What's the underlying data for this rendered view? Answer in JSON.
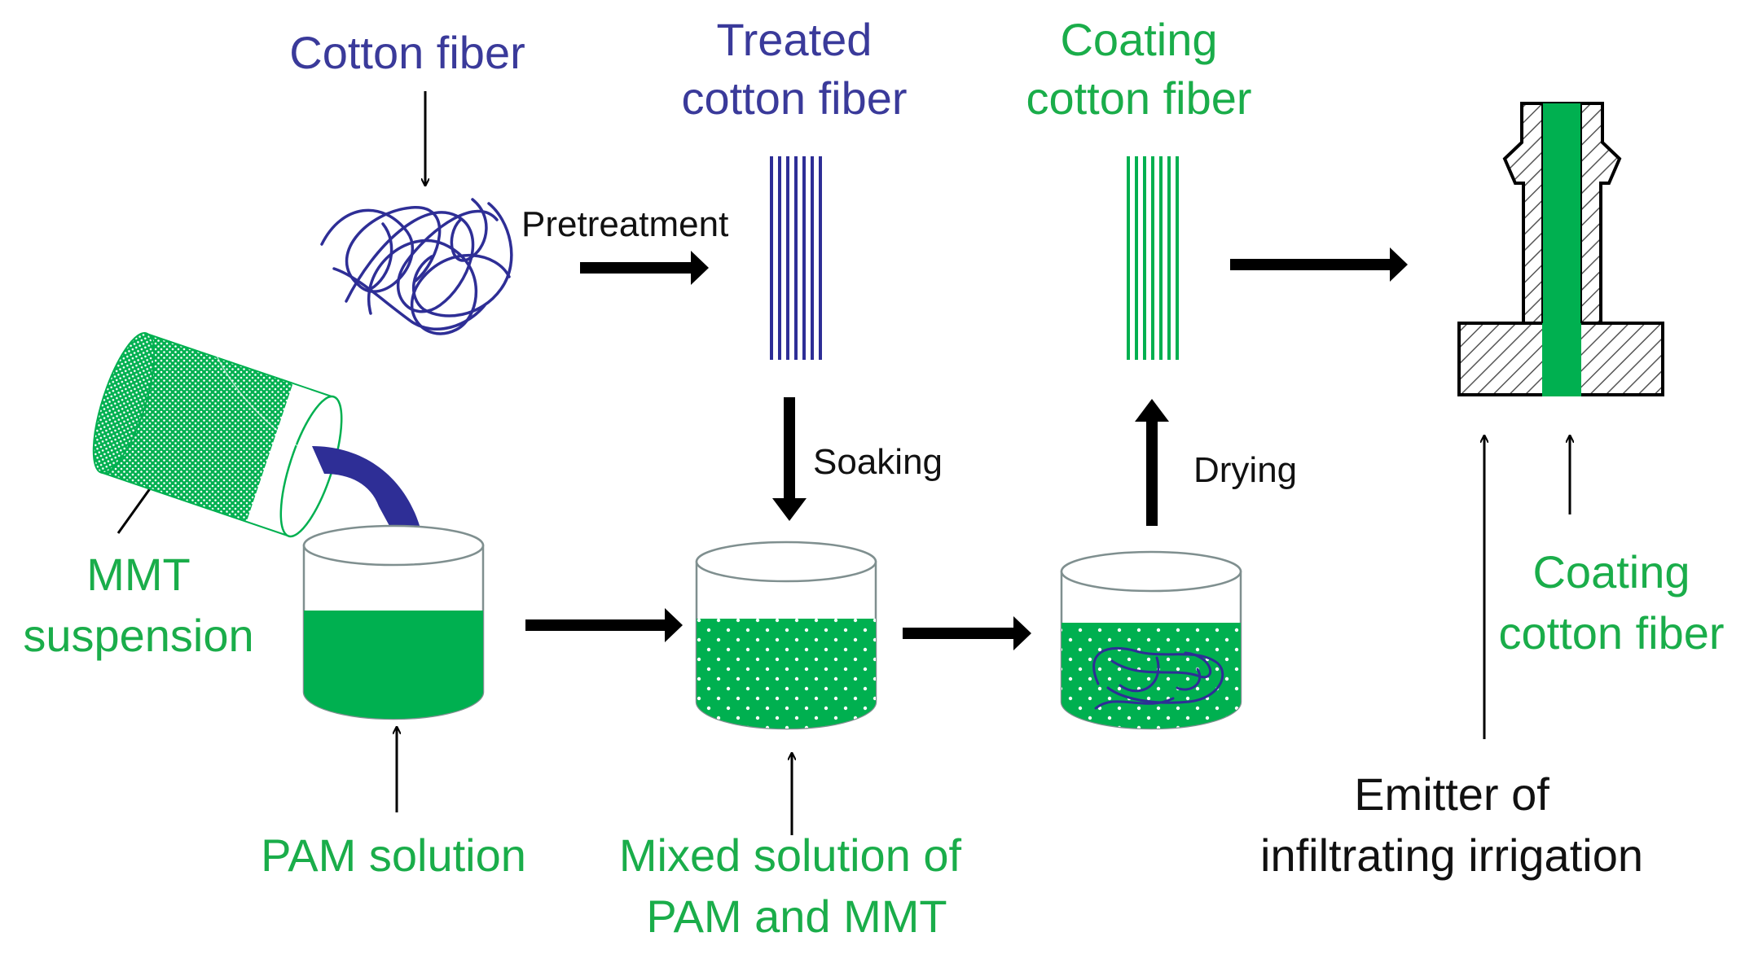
{
  "colors": {
    "blue": "#2e2e96",
    "green": "#00b050",
    "label_blue": "#3a3a9a",
    "label_green": "#1aad4a",
    "arrow": "#000000"
  },
  "labels": {
    "cotton_fiber": "Cotton fiber",
    "treated_line1": "Treated",
    "treated_line2": "cotton fiber",
    "coating_top_line1": "Coating",
    "coating_top_line2": "cotton fiber",
    "pretreatment": "Pretreatment",
    "soaking": "Soaking",
    "drying": "Drying",
    "mmt_line1": "MMT",
    "mmt_line2": "suspension",
    "pam_solution": "PAM solution",
    "mixed_line1": "Mixed solution of",
    "mixed_line2": "PAM and MMT",
    "coating_right_line1": "Coating",
    "coating_right_line2": "cotton fiber",
    "emitter_line1": "Emitter of",
    "emitter_line2": "infiltrating irrigation"
  },
  "icons": [
    "tangled-cotton-icon",
    "blue-straight-fibers-icon",
    "green-straight-fibers-icon",
    "pouring-container-icon",
    "pam-beaker-icon",
    "mixed-beaker-icon",
    "soaking-beaker-icon",
    "emitter-cross-section-icon"
  ]
}
